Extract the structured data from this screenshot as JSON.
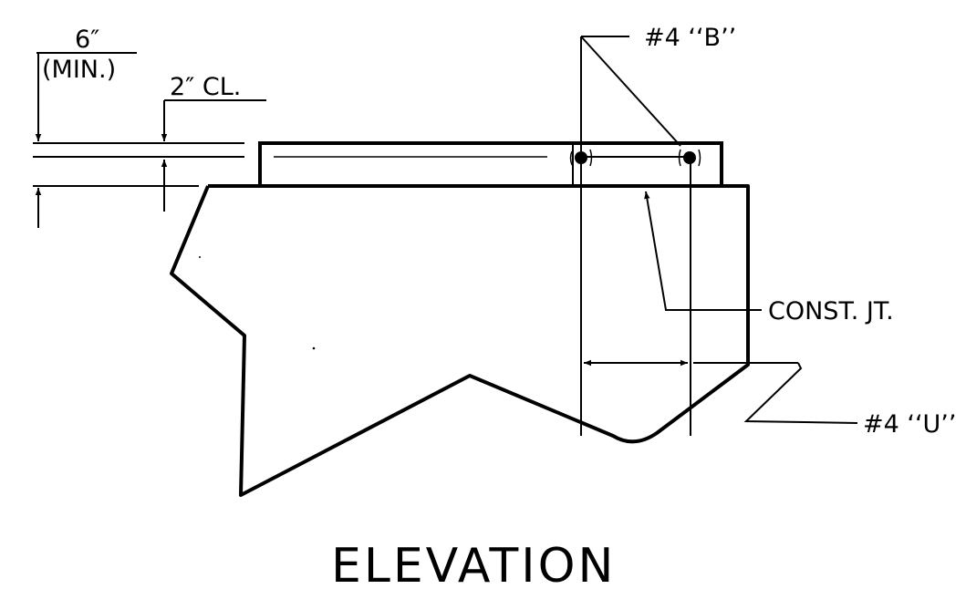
{
  "labels": {
    "cover_min": "6″",
    "cover_min_note": "(MIN.)",
    "clear_cover": "2″ CL.",
    "bar_b": "#4 ‘‘B’’",
    "construction_joint": "CONST. JT.",
    "bar_u": "#4 ‘‘U’’",
    "view_title": "ELEVATION"
  },
  "colors": {
    "ink": "#000000",
    "paper": "#ffffff"
  }
}
